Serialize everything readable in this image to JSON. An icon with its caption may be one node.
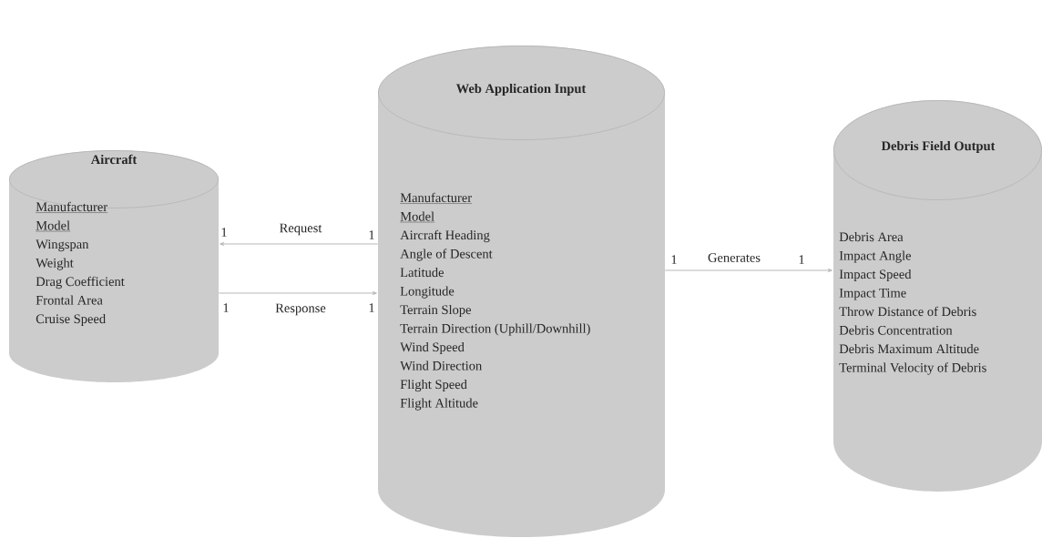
{
  "diagram": {
    "nodes": [
      {
        "text": [
          "Aircraft",
          "Manufacturer",
          "Model",
          "Wingspan",
          "Weight",
          "Drag Coefficient",
          "Frontal Area",
          "Cruise Speed"
        ]
      },
      {
        "text": [
          "Web Application Input",
          "Manufacturer",
          "Model",
          "Aircraft Heading",
          "Angle of Descent",
          "Latitude",
          "Longitude",
          "Terrain Slope",
          "Terrain Direction (Uphill/Downhill)",
          "Wind Speed",
          "Wind Direction",
          "Flight Speed",
          "Flight Altitude"
        ]
      },
      {
        "text": [
          "Debris Field Output",
          "Debris Area",
          "Impact Angle",
          "Impact Speed",
          "Impact Time",
          "Throw Distance of Debris",
          "Debris Concentration",
          "Debris Maximum Altitude",
          "Terminal Velocity of Debris"
        ]
      }
    ],
    "edges": [
      {
        "from": 1,
        "to": 0,
        "arrow": "to",
        "label": "Request"
      },
      {
        "from": 0,
        "to": 1,
        "arrow": "to",
        "label": "Response"
      },
      {
        "from": 1,
        "to": 2,
        "arrow": "to",
        "label": "Generates"
      }
    ],
    "labels": [
      "1",
      "1",
      "1",
      "1",
      "1",
      "1"
    ]
  }
}
